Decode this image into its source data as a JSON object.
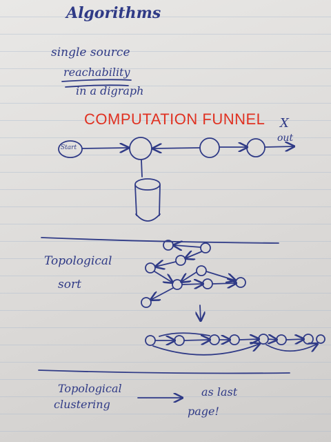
{
  "notes": {
    "title": "Algorithms",
    "line1": "single source",
    "line2": "reachability",
    "line3": "in a digraph",
    "overlay": "COMPUTATION FUNNEL",
    "out_x": "X",
    "out_label": "out",
    "start_label": "Start",
    "topo1": "Topological",
    "topo2": "sort",
    "clust1": "Topological",
    "clust2": "clustering",
    "ref1": "as last",
    "ref2": "page!"
  },
  "colors": {
    "ink": "#2f3a86",
    "overlay": "#e03121",
    "paper": "#e2e0de"
  }
}
